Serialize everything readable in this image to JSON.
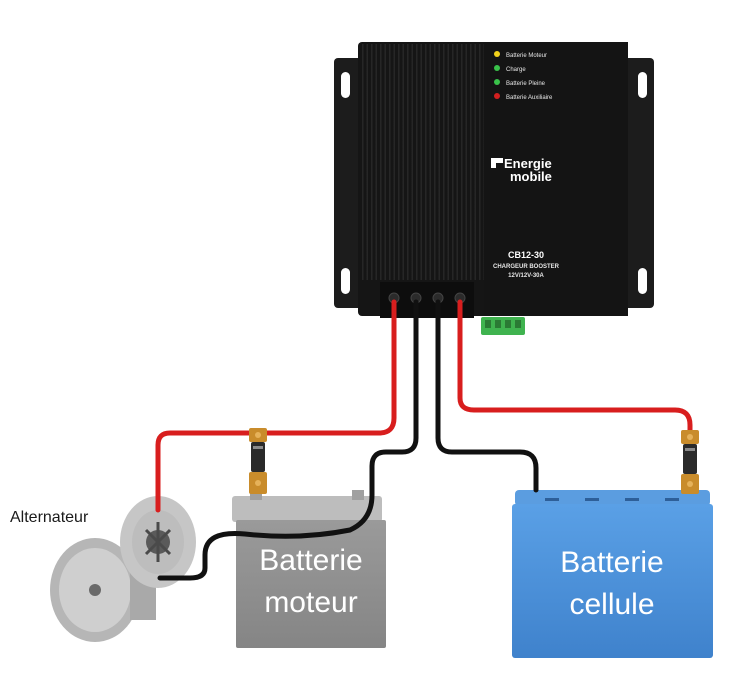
{
  "device": {
    "leds": [
      {
        "label": "Batterie Moteur",
        "color": "#f2d21b"
      },
      {
        "label": "Charge",
        "color": "#39c24a"
      },
      {
        "label": "Batterie Pleine",
        "color": "#39c24a"
      },
      {
        "label": "Batterie Auxiliaire",
        "color": "#d21f1f"
      }
    ],
    "brand_line1": "Energie",
    "brand_line2": "mobile",
    "model": "CB12-30",
    "subtitle": "CHARGEUR BOOSTER",
    "spec": "12V/12V-30A"
  },
  "alternator": {
    "label": "Alternateur"
  },
  "engine_battery": {
    "line1": "Batterie",
    "line2": "moteur",
    "color": "#8f8f8f"
  },
  "cell_battery": {
    "line1": "Batterie",
    "line2": "cellule",
    "color": "#4a8fd6"
  },
  "wires": {
    "positive_color": "#d81e1e",
    "negative_color": "#111111"
  }
}
